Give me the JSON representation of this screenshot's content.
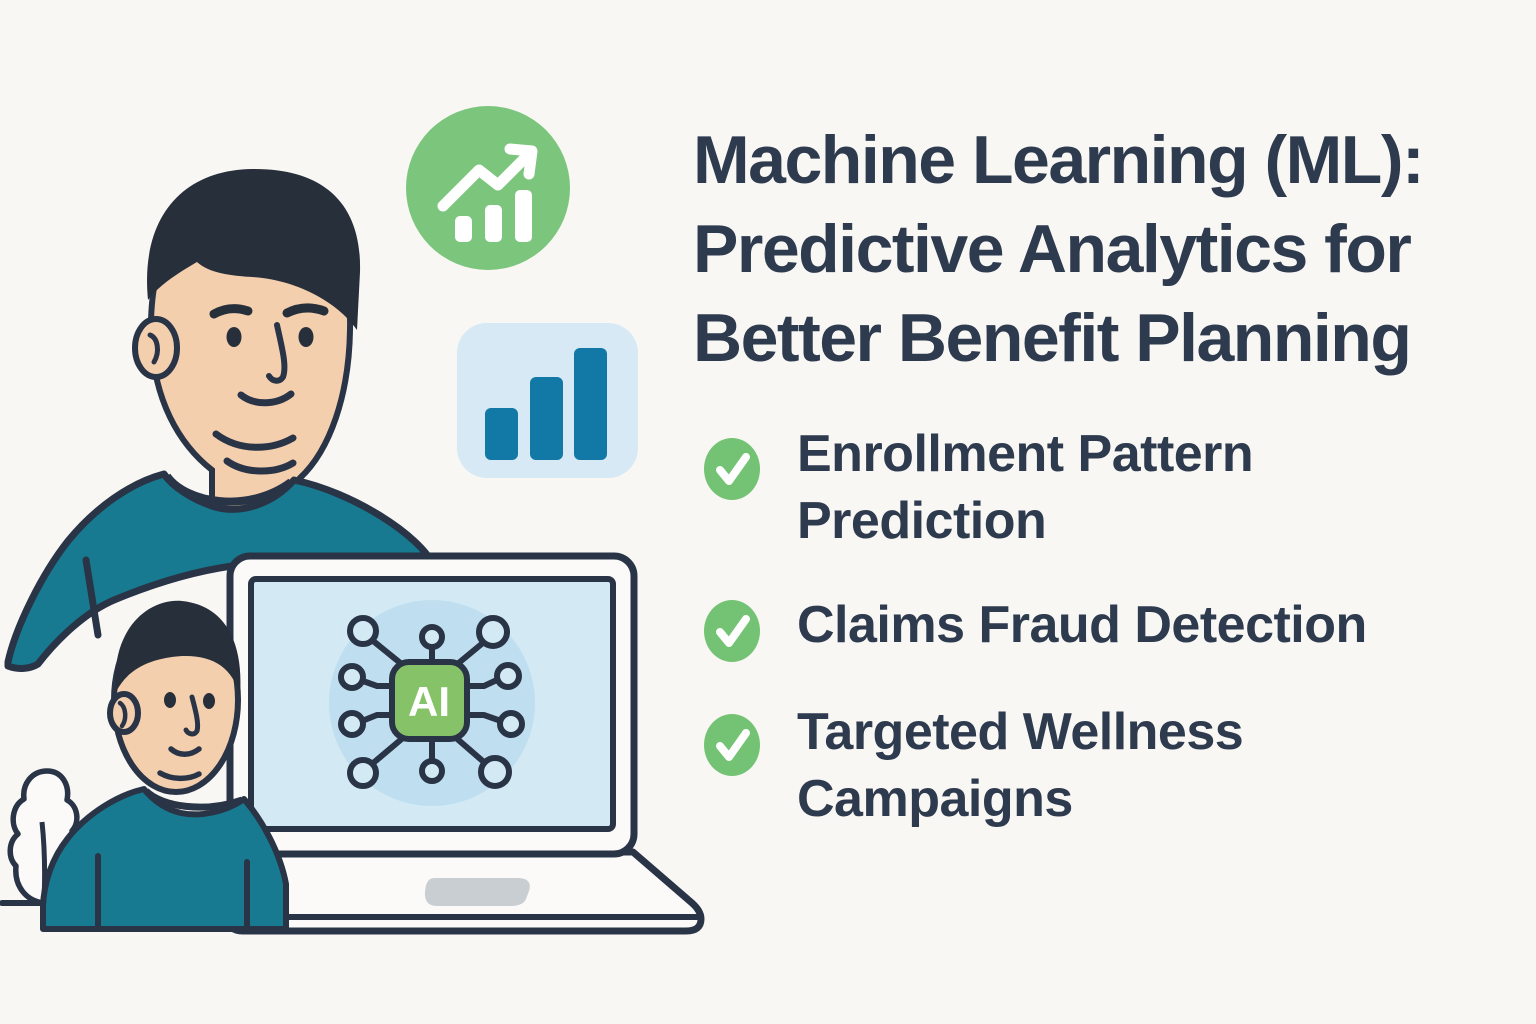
{
  "background": "#f8f7f4",
  "colors": {
    "text_dark": "#2e3a4d",
    "outline_navy": "#2a3447",
    "growth_icon_green": "#7cc57d",
    "check_green": "#74c374",
    "ai_chip_green": "#86c368",
    "teal_shirt": "#177a90",
    "skin": "#f4cfae",
    "hair": "#272f3b",
    "panel_blue": "#d6e9f4",
    "bar_blue": "#1278a6",
    "screen_blue": "#d3eaf5",
    "screen_halo_blue": "#bfdff0",
    "trackpad_gray": "#c9ced3"
  },
  "title": {
    "line1": "Machine Learning (ML):",
    "line2": "Predictive Analytics for",
    "line3": "Better Benefit Planning"
  },
  "bullets": [
    {
      "line1": "Enrollment Pattern",
      "line2": "Prediction"
    },
    {
      "line1": "Claims Fraud Detection",
      "line2": ""
    },
    {
      "line1": "Targeted Wellness",
      "line2": "Campaigns"
    }
  ],
  "illustration": {
    "ai_chip_label": "AI",
    "scene": "Two people behind a laptop whose screen shows an AI chip network; growth-trend circle icon and bar-chart tile above"
  }
}
